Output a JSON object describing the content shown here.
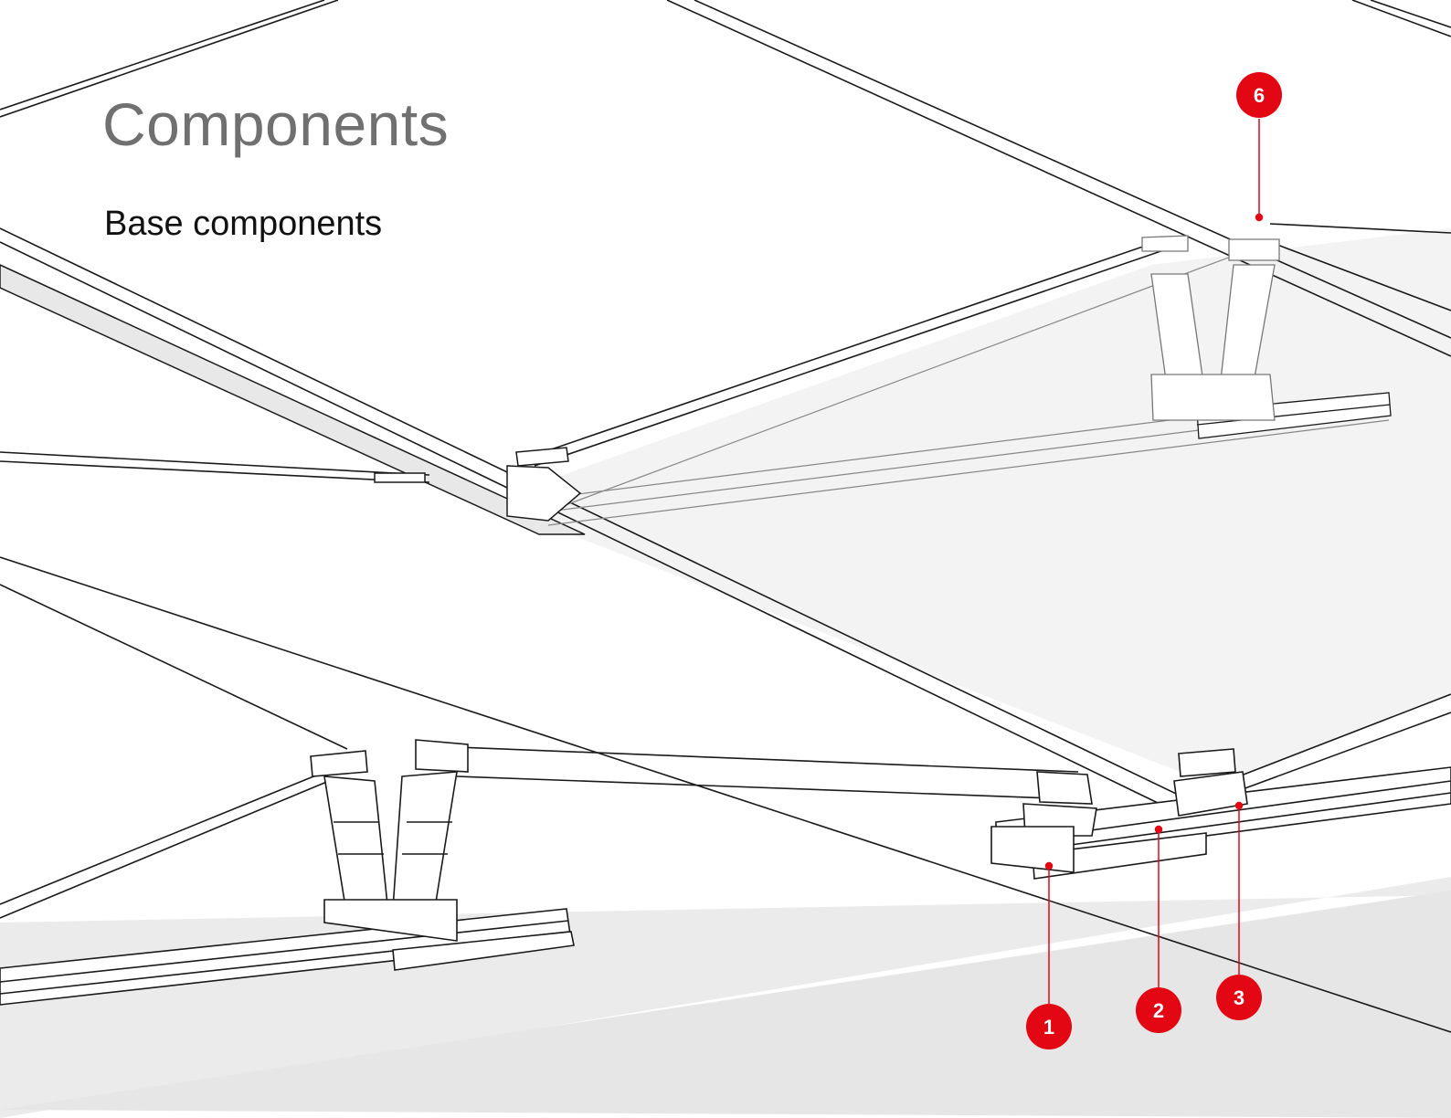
{
  "page": {
    "title": "Components",
    "subtitle": "Base components"
  },
  "colors": {
    "accent": "#e30613",
    "title": "#707070",
    "line": "#1a1a1a",
    "shade": "#ebebeb"
  },
  "markers": [
    {
      "id": "1",
      "label": "1"
    },
    {
      "id": "2",
      "label": "2"
    },
    {
      "id": "3",
      "label": "3"
    },
    {
      "id": "6",
      "label": "6"
    }
  ]
}
